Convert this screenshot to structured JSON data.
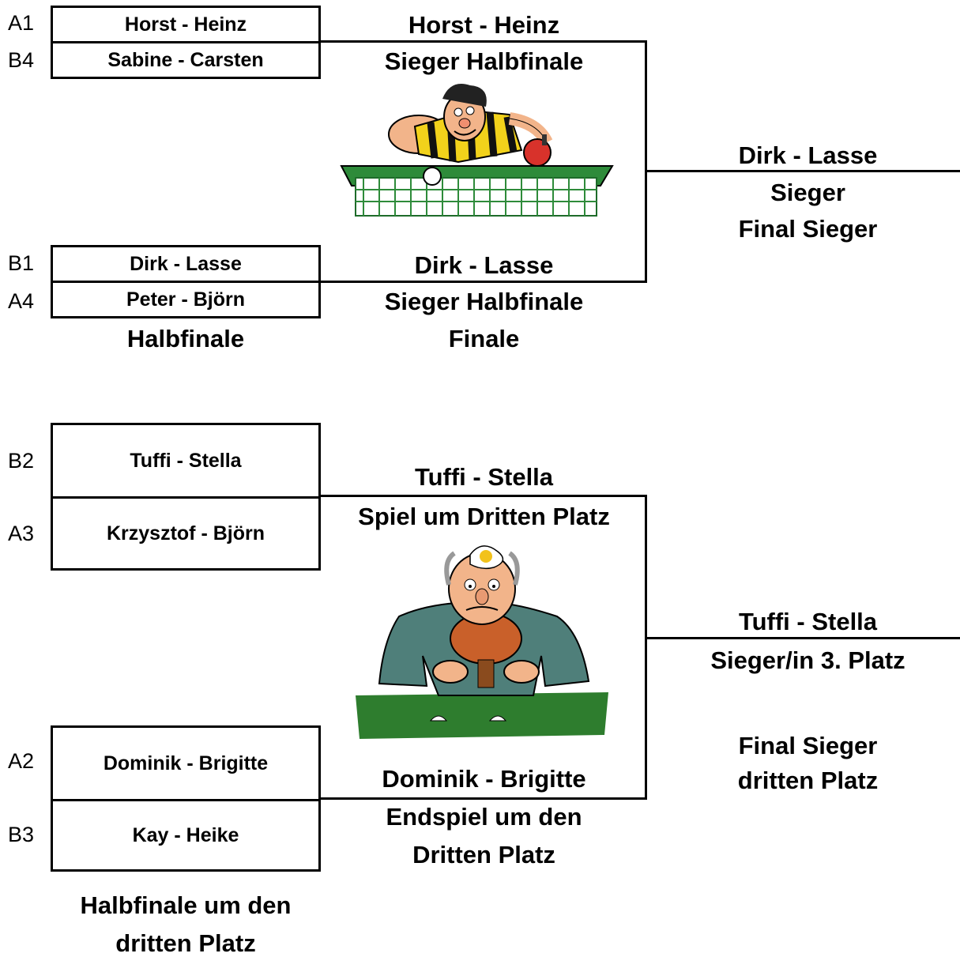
{
  "top_bracket": {
    "semis": [
      {
        "seed": "A1",
        "team": "Horst - Heinz"
      },
      {
        "seed": "B4",
        "team": "Sabine - Carsten"
      },
      {
        "seed": "B1",
        "team": "Dirk - Lasse"
      },
      {
        "seed": "A4",
        "team": "Peter - Björn"
      }
    ],
    "semi_caption": "Halbfinale",
    "final_top_winner": "Horst - Heinz",
    "final_top_caption": "Sieger Halbfinale",
    "final_bottom_winner": "Dirk - Lasse",
    "final_bottom_caption": "Sieger Halbfinale",
    "final_caption": "Finale",
    "champion": "Dirk - Lasse",
    "champion_caption_1": "Sieger",
    "champion_caption_2": "Final Sieger"
  },
  "third_bracket": {
    "semis": [
      {
        "seed": "B2",
        "team": "Tuffi - Stella"
      },
      {
        "seed": "A3",
        "team": "Krzysztof - Björn"
      },
      {
        "seed": "A2",
        "team": "Dominik - Brigitte"
      },
      {
        "seed": "B3",
        "team": "Kay - Heike"
      }
    ],
    "semi_caption_1": "Halbfinale um den",
    "semi_caption_2": "dritten Platz",
    "final_top_winner": "Tuffi - Stella",
    "final_top_caption": "Spiel um Dritten Platz",
    "final_bottom_winner": "Dominik - Brigitte",
    "final_bottom_caption_1": "Endspiel um den",
    "final_bottom_caption_2": "Dritten Platz",
    "third_place": "Tuffi - Stella",
    "third_place_caption": "Sieger/in 3. Platz",
    "third_note_1": "Final Sieger",
    "third_note_2": "dritten Platz"
  },
  "colors": {
    "table_green": "#2e8b3a",
    "shirt_yellow": "#f2d21b",
    "paddle_red": "#d8322b",
    "coat_teal": "#4f7f7a",
    "skin": "#f2b48a"
  },
  "illustrations": [
    "table-tennis-player-cartoon",
    "egg-head-player-cartoon"
  ]
}
